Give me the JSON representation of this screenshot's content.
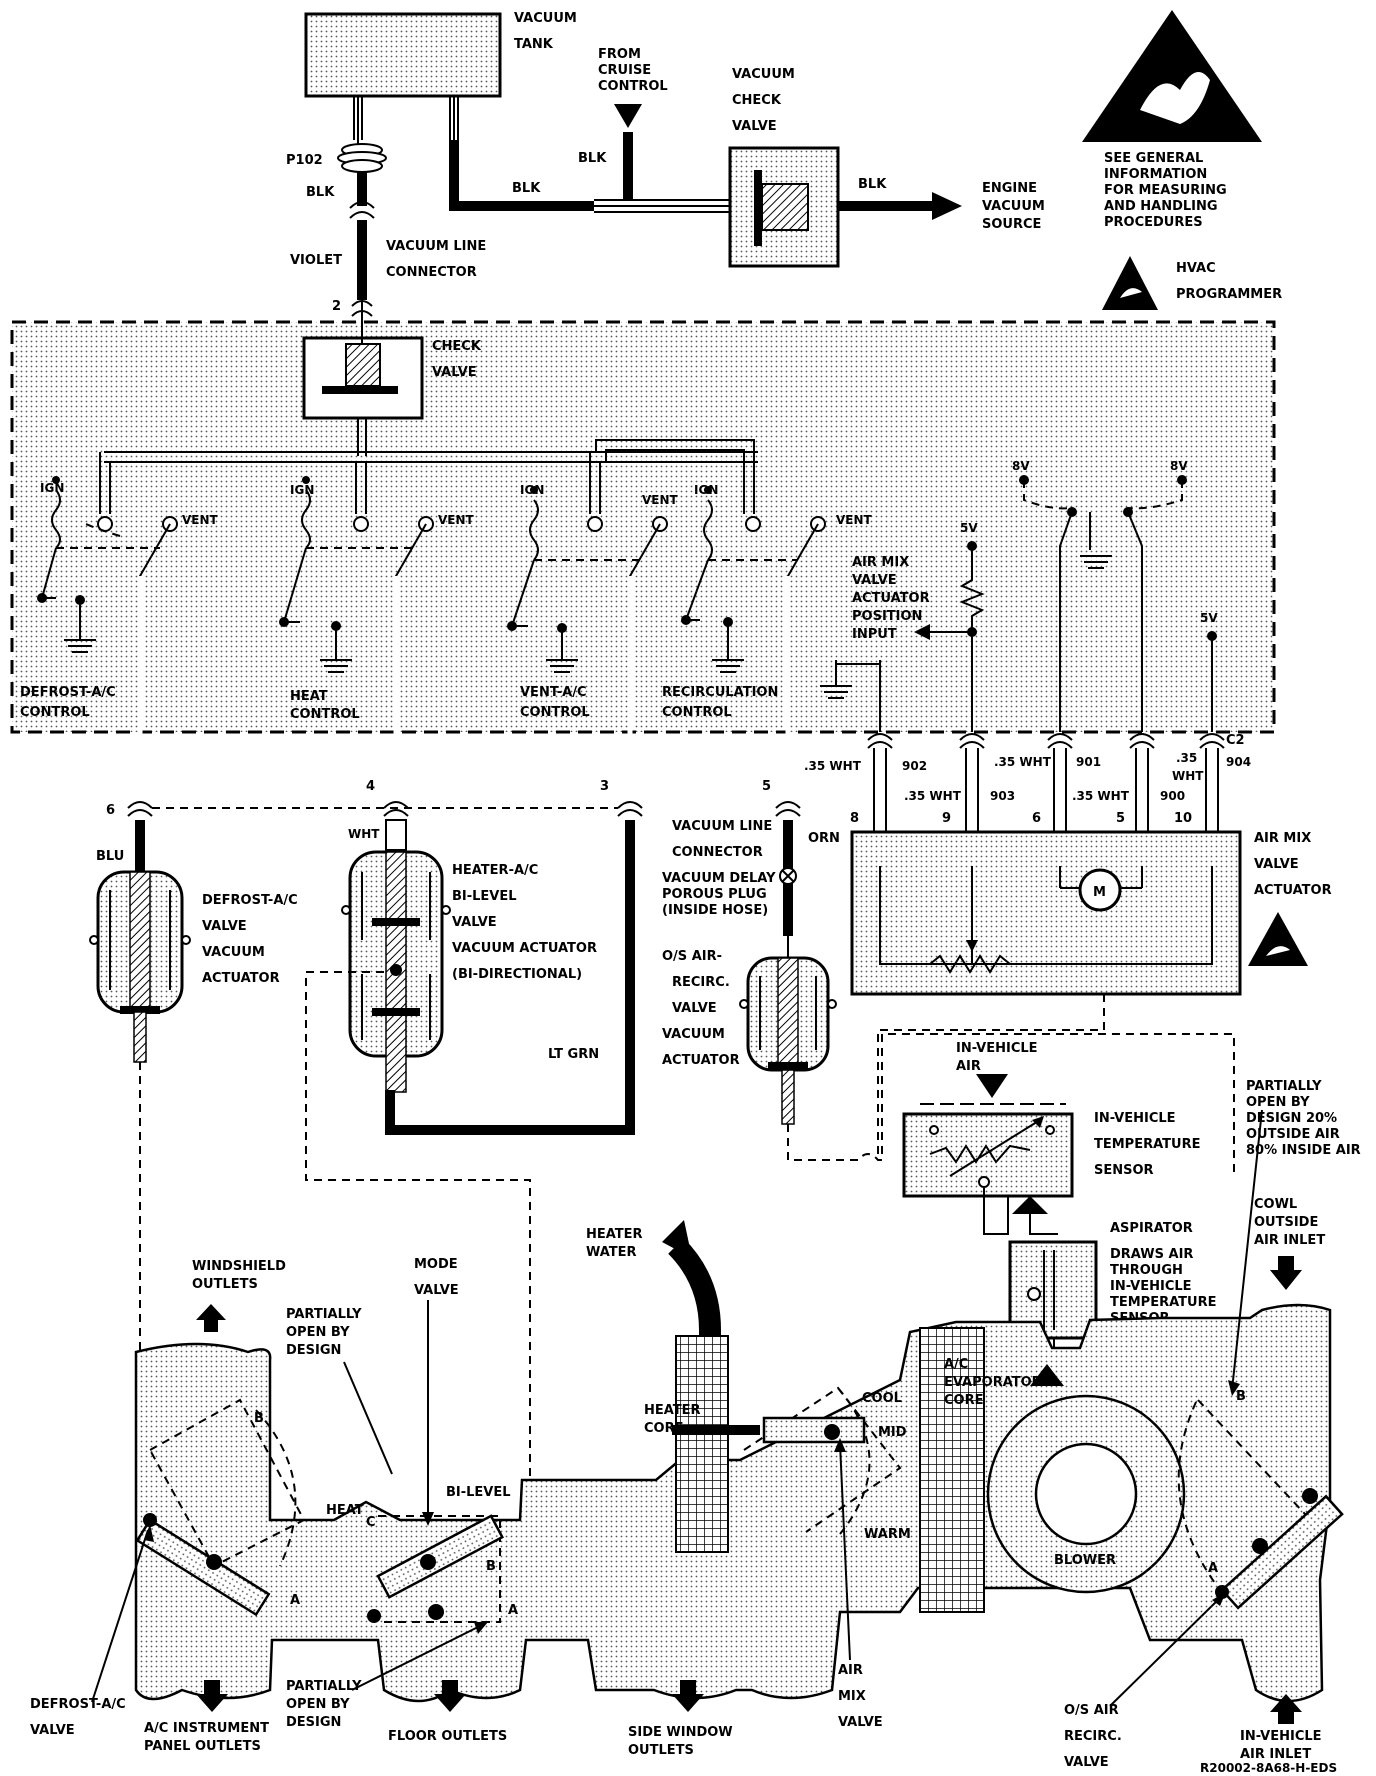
{
  "top": {
    "vacuum_tank": [
      "VACUUM",
      "TANK"
    ],
    "from_cruise": [
      "FROM",
      "CRUISE",
      "CONTROL"
    ],
    "check_valve_top": [
      "VACUUM",
      "CHECK",
      "VALVE"
    ],
    "engine_source": [
      "ENGINE",
      "VACUUM",
      "SOURCE"
    ],
    "blk": "BLK",
    "p102": "P102",
    "violet": "VIOLET",
    "vacuum_line_connector": [
      "VACUUM LINE",
      "CONNECTOR"
    ],
    "esd_note": [
      "SEE GENERAL",
      "INFORMATION",
      "FOR MEASURING",
      "AND HANDLING",
      "PROCEDURES"
    ],
    "hvac_programmer": [
      "HVAC",
      "PROGRAMMER"
    ]
  },
  "programmer": {
    "pin2": "2",
    "check_valve": [
      "CHECK",
      "VALVE"
    ],
    "ign": "IGN",
    "vent": "VENT",
    "controls": [
      [
        "DEFROST-A/C",
        "CONTROL"
      ],
      [
        "HEAT",
        "CONTROL"
      ],
      [
        "VENT-A/C",
        "CONTROL"
      ],
      [
        "RECIRCULATION",
        "CONTROL"
      ]
    ],
    "air_mix_input": [
      "AIR MIX",
      "VALVE",
      "ACTUATOR",
      "POSITION",
      "INPUT"
    ],
    "v8": "8V",
    "v5": "5V",
    "v5b": "5V"
  },
  "wiring": {
    "c2": "C2",
    "labels": [
      ".35 WHT",
      "902",
      ".35 WHT",
      "903",
      ".35 WHT",
      "901",
      ".35 WHT",
      "900",
      ".35",
      "WHT",
      "904"
    ],
    "pins": [
      "8",
      "9",
      "6",
      "5",
      "10"
    ],
    "motor": "M",
    "air_mix_actuator": [
      "AIR MIX",
      "VALVE",
      "ACTUATOR"
    ]
  },
  "hoses": {
    "pin6": "6",
    "pin4": "4",
    "pin3": "3",
    "pin5": "5",
    "blu": "BLU",
    "wht": "WHT",
    "orn": "ORN",
    "lt_grn": "LT GRN",
    "defrost_actuator": [
      "DEFROST-A/C",
      "VALVE",
      "VACUUM",
      "ACTUATOR"
    ],
    "heater_actuator": [
      "HEATER-A/C",
      "BI-LEVEL",
      "VALVE",
      "VACUUM ACTUATOR",
      "(BI-DIRECTIONAL)"
    ],
    "vac_line_conn": [
      "VACUUM LINE",
      "CONNECTOR"
    ],
    "delay_plug": [
      "VACUUM DELAY",
      "POROUS PLUG",
      "(INSIDE HOSE)"
    ],
    "os_actuator": [
      "O/S AIR-",
      "RECIRC.",
      "VALVE",
      "VACUUM",
      "ACTUATOR"
    ]
  },
  "sensor": {
    "in_vehicle_air": [
      "IN-VEHICLE",
      "AIR"
    ],
    "temp_sensor": [
      "IN-VEHICLE",
      "TEMPERATURE",
      "SENSOR"
    ],
    "aspirator": [
      "ASPIRATOR",
      "DRAWS AIR",
      "THROUGH",
      "IN-VEHICLE",
      "TEMPERATURE",
      "SENSOR"
    ]
  },
  "duct": {
    "windshield": [
      "WINDSHIELD",
      "OUTLETS"
    ],
    "mode_valve": [
      "MODE",
      "VALVE"
    ],
    "partially_open1": [
      "PARTIALLY",
      "OPEN BY",
      "DESIGN"
    ],
    "partially_open2": [
      "PARTIALLY",
      "OPEN BY",
      "DESIGN"
    ],
    "partially_20": [
      "PARTIALLY",
      "OPEN BY",
      "DESIGN 20%",
      "OUTSIDE AIR",
      "80% INSIDE AIR"
    ],
    "heater_water": [
      "HEATER",
      "WATER"
    ],
    "heater_core": [
      "HEATER",
      "CORE"
    ],
    "evap_core": [
      "A/C",
      "EVAPORATOR",
      "CORE"
    ],
    "cowl": [
      "COWL",
      "OUTSIDE",
      "AIR INLET"
    ],
    "cool": "COOL",
    "mid": "MID",
    "warm": "WARM",
    "heat": "HEAT",
    "bilevel": "BI-LEVEL",
    "blower": "BLOWER",
    "letters": [
      "A",
      "B",
      "C"
    ],
    "defrost_valve": [
      "DEFROST-A/C",
      "VALVE"
    ],
    "ip_outlets": [
      "A/C INSTRUMENT",
      "PANEL OUTLETS"
    ],
    "floor": "FLOOR OUTLETS",
    "side": [
      "SIDE WINDOW",
      "OUTLETS"
    ],
    "air_mix_valve": [
      "AIR",
      "MIX",
      "VALVE"
    ],
    "os_valve": [
      "O/S AIR",
      "RECIRC.",
      "VALVE"
    ],
    "in_vehicle_inlet": [
      "IN-VEHICLE",
      "AIR INLET"
    ]
  },
  "footer": "R20002-8A68-H-EDS"
}
